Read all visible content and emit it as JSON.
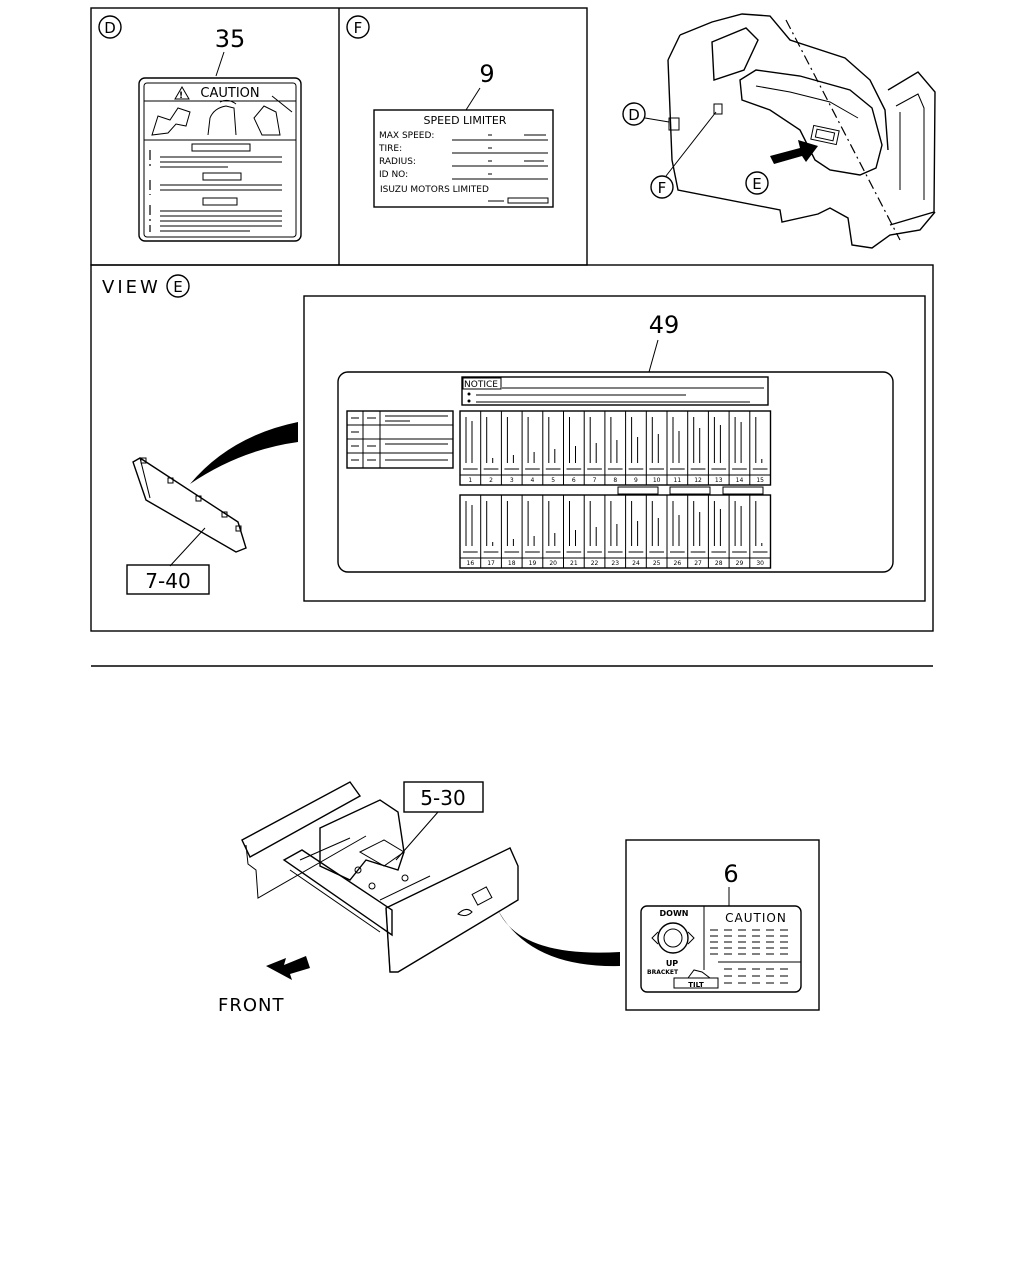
{
  "top": {
    "panel_d": {
      "circle_letter": "D",
      "part_number": "35",
      "label": {
        "heading": "CAUTION"
      }
    },
    "panel_f": {
      "circle_letter": "F",
      "part_number": "9",
      "label": {
        "title": "SPEED LIMITER",
        "rows": [
          "MAX SPEED:",
          "TIRE:",
          "RADIUS:",
          "ID NO:"
        ],
        "maker": "ISUZU MOTORS LIMITED"
      }
    },
    "cab_callouts": [
      "D",
      "F",
      "E"
    ]
  },
  "view_e": {
    "title_word": "VIEW",
    "title_letter": "E",
    "part_number": "49",
    "ref": "7-40",
    "notice_heading": "NOTICE",
    "fuse_row_1": [
      "1",
      "2",
      "3",
      "4",
      "5",
      "6",
      "7",
      "8",
      "9",
      "10",
      "11",
      "12",
      "13",
      "14",
      "15"
    ],
    "fuse_row_2": [
      "16",
      "17",
      "18",
      "19",
      "20",
      "21",
      "22",
      "23",
      "24",
      "25",
      "26",
      "27",
      "28",
      "29",
      "30"
    ]
  },
  "bottom": {
    "ref": "5-30",
    "front_label": "FRONT",
    "detail": {
      "part_number": "6",
      "caution": "CAUTION",
      "down": "DOWN",
      "up": "UP",
      "bracket": "BRACKET",
      "tilt": "TILT"
    }
  }
}
